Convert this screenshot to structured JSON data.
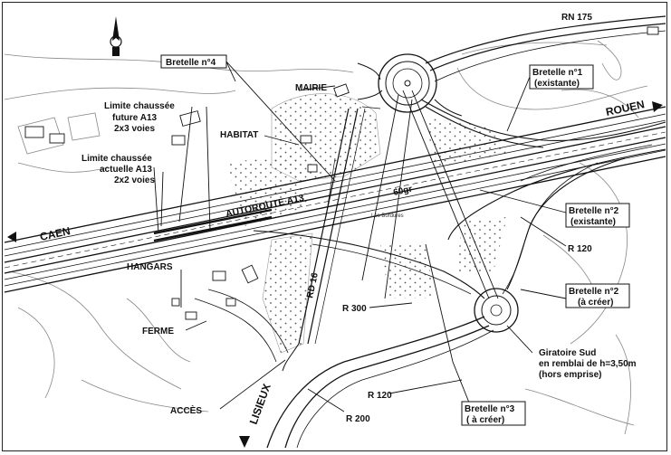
{
  "map": {
    "roads": {
      "rn175": "RN 175",
      "rouen": "ROUEN",
      "caen": "CAEN",
      "autoroute": "AUTOROUTE A13",
      "angle": "60gr",
      "rd16": "RD 16",
      "lisieux": "LISIEUX",
      "acces": "ACCÈS",
      "les_bordures": "Les Bordures"
    },
    "places": {
      "mairie": "MAIRIE",
      "habitat": "HABITAT",
      "hangars": "HANGARS",
      "ferme": "FERME"
    },
    "limits": {
      "future": [
        "Limite chaussée",
        "future A13",
        "2x3 voies"
      ],
      "actuelle": [
        "Limite chaussée",
        "actuelle A13",
        "2x2 voies"
      ]
    },
    "radii": {
      "r120_east": "R 120",
      "r300": "R 300",
      "r120_south": "R 120",
      "r200": "R 200"
    },
    "callouts": {
      "bretelle4": "Bretelle n°4",
      "bretelle1": [
        "Bretelle n°1",
        "(existante)"
      ],
      "bretelle2_exist": [
        "Bretelle n°2",
        "(existante)"
      ],
      "bretelle2_creer": [
        "Bretelle n°2",
        "(à créer)"
      ],
      "giratoire": [
        "Giratoire Sud",
        "en remblai de h=3,50m",
        "(hors emprise)"
      ],
      "bretelle3": [
        "Bretelle n°3",
        "( à créer)"
      ]
    },
    "north_symbol": "N",
    "colors": {
      "ink": "#111111",
      "background": "#ffffff",
      "stipple": "#555555"
    }
  }
}
